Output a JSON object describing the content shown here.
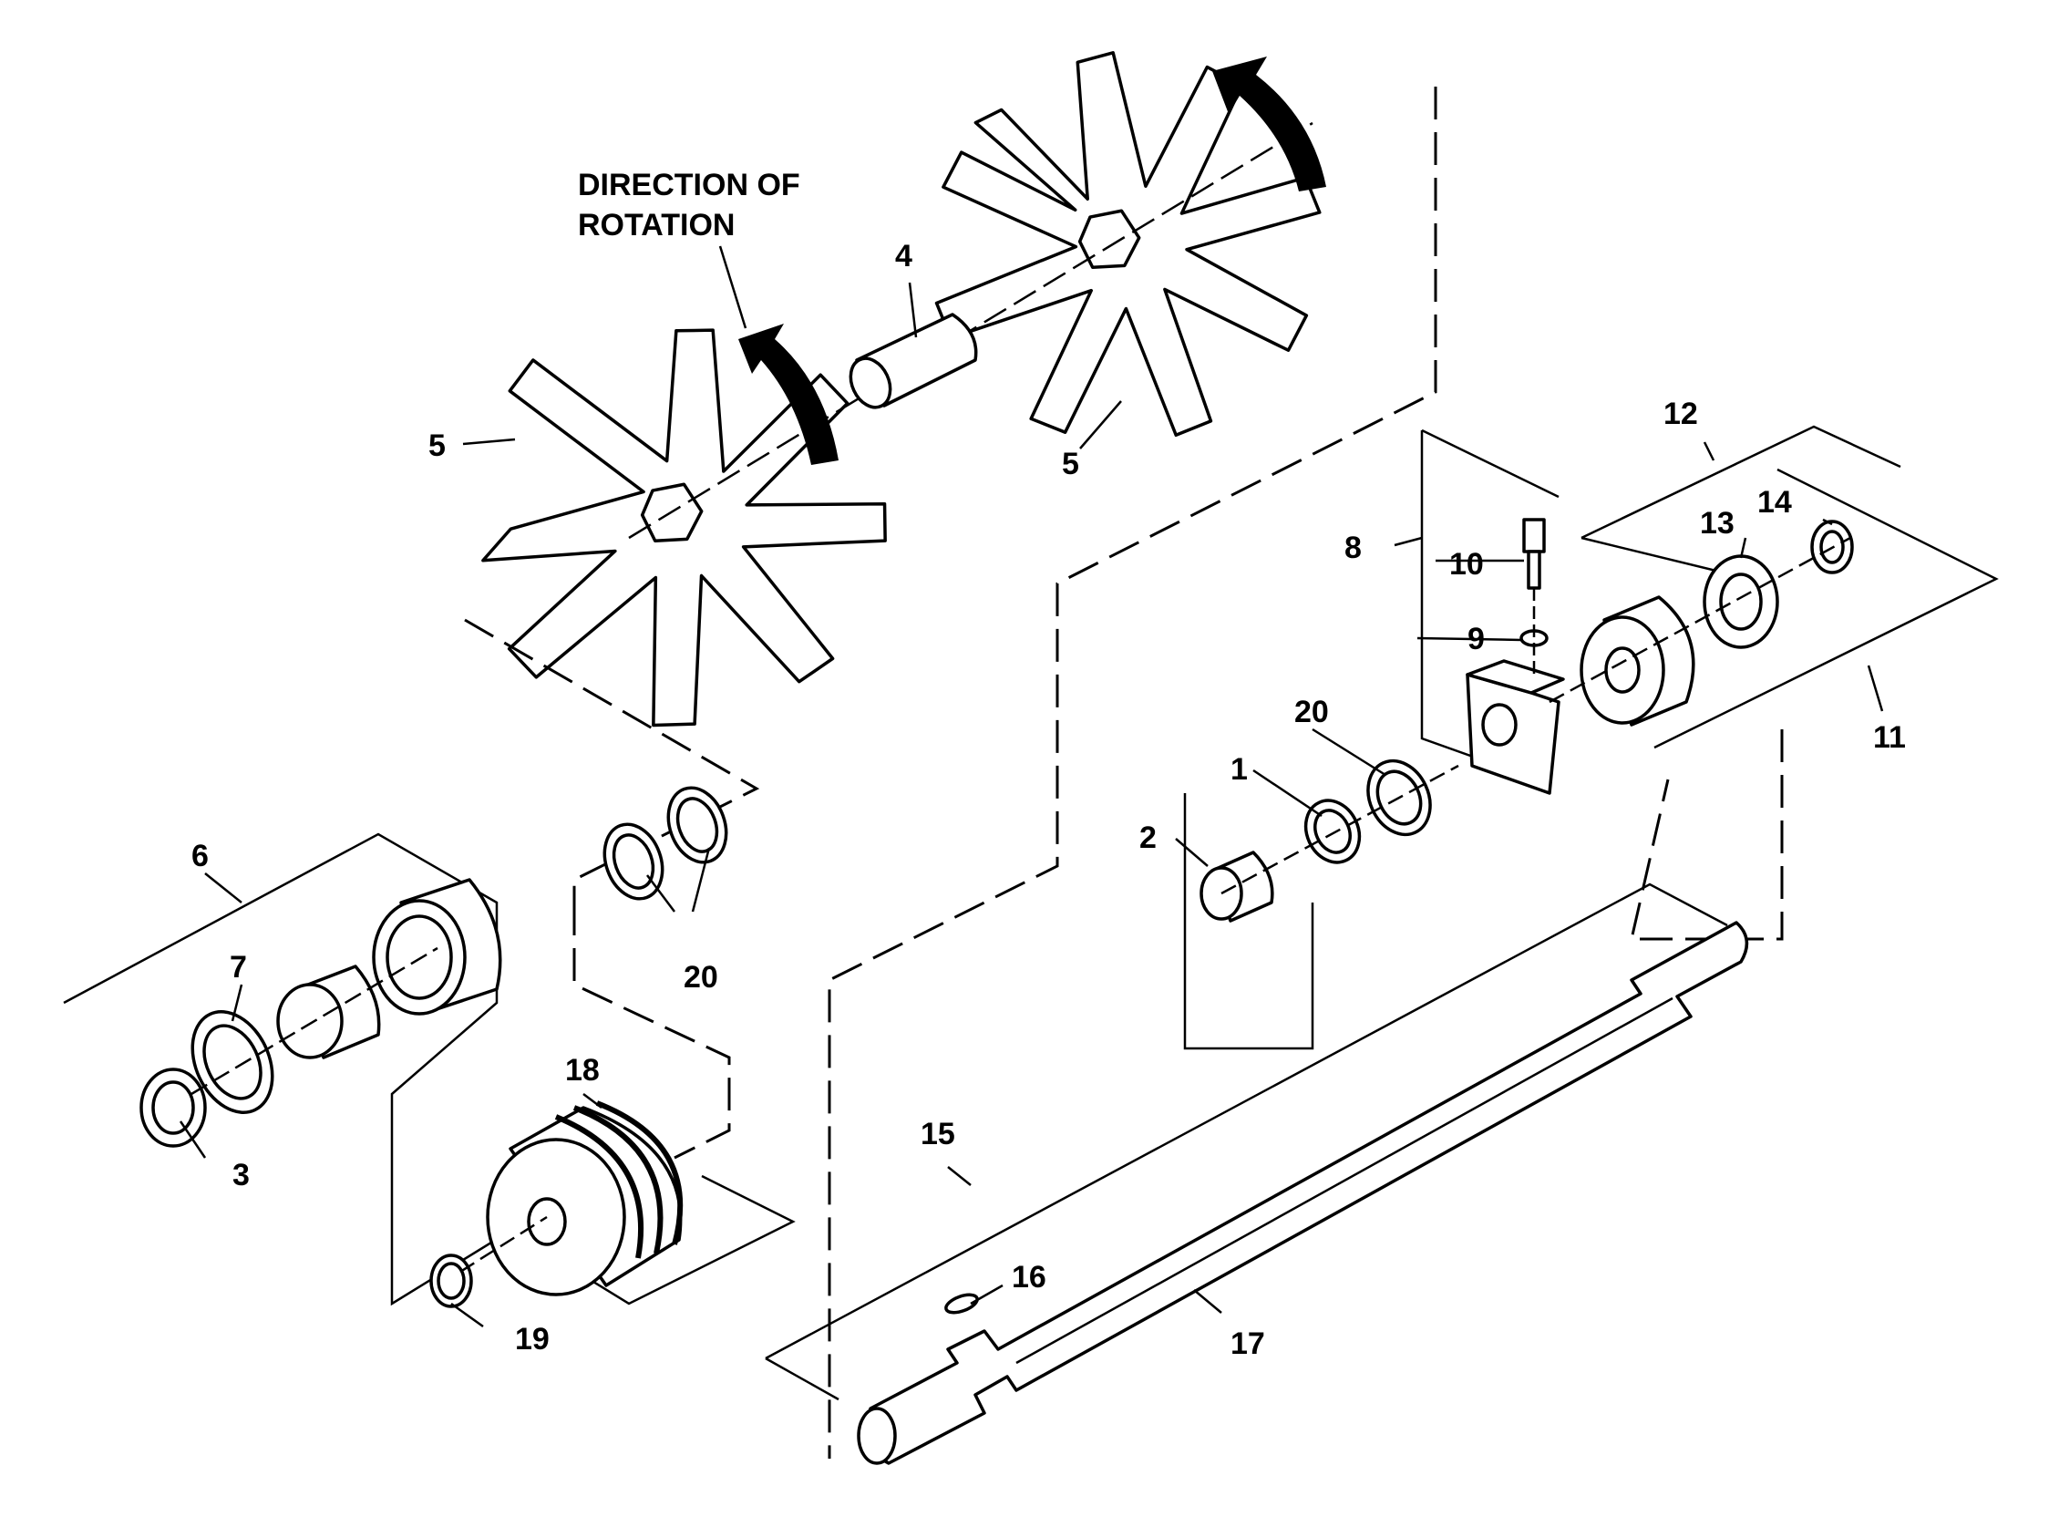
{
  "diagram": {
    "title_lines": [
      "DIRECTION OF",
      "ROTATION"
    ],
    "callouts": {
      "c1": "1",
      "c2": "2",
      "c3": "3",
      "c4": "4",
      "c5a": "5",
      "c5b": "5",
      "c6": "6",
      "c7": "7",
      "c8": "8",
      "c9": "9",
      "c10": "10",
      "c11": "11",
      "c12": "12",
      "c13": "13",
      "c14": "14",
      "c15": "15",
      "c16": "16",
      "c17": "17",
      "c18": "18",
      "c19": "19",
      "c20a": "20",
      "c20b": "20"
    }
  }
}
